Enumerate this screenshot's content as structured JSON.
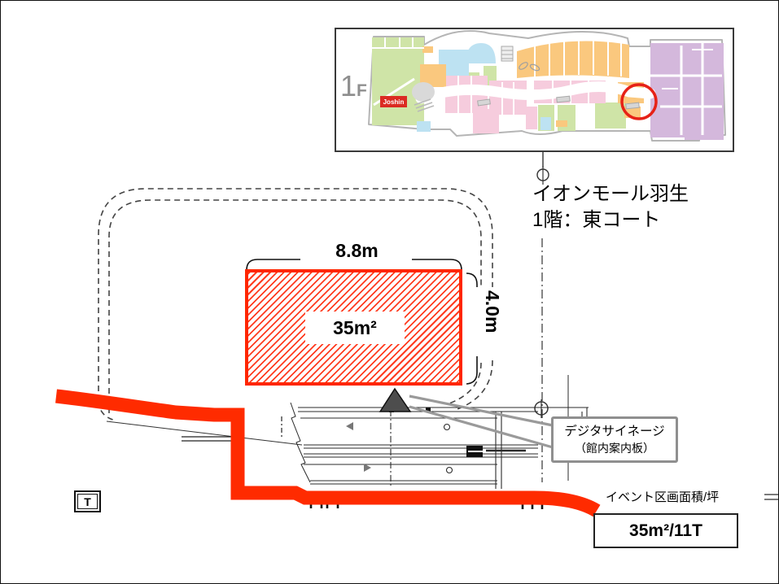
{
  "map": {
    "floor_big": "1",
    "floor_small": "F",
    "store_logo": "Joshin"
  },
  "location": {
    "title_line1": "イオンモール羽生",
    "title_line2": "1階：東コート"
  },
  "event_area": {
    "area_label": "35m²",
    "width_label": "8.8m",
    "depth_label": "4.0m"
  },
  "signage_callout": {
    "line1": "デジタサイネージ",
    "line2": "（館内案内板）"
  },
  "footer": {
    "caption": "イベント区画面積/坪",
    "value": "35m²/11T"
  },
  "symbols": {
    "column_marker": "T"
  },
  "colors": {
    "accent-red": "#FF2B00",
    "border-red": "#FF2600",
    "hatch-red": "#FF3B1F",
    "circle-red": "#E62117",
    "map-green": "#CFE4A7",
    "map-blue": "#BDE2F2",
    "map-pink": "#F6CCDD",
    "map-orange": "#FAC87E",
    "map-purple": "#D4B8DC",
    "map-gray": "#D9D9D9",
    "outline-gray": "#B5B5B5",
    "joshin-red": "#DB2B22",
    "callout-gray": "#8F8F8F",
    "line-dark": "#2B2B2B"
  }
}
